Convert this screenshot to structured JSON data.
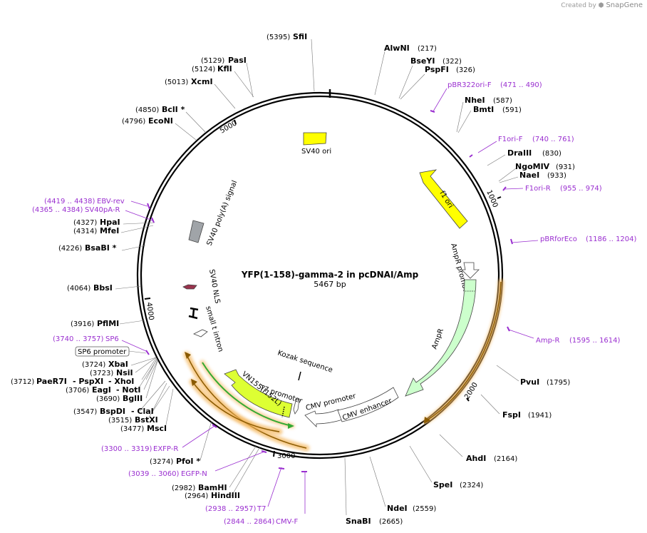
{
  "credit": {
    "text": "Created by",
    "brand": "SnapGene"
  },
  "map": {
    "name": "YFP(1-158)-gamma-2 in pcDNAI/Amp",
    "length_label": "5467 bp",
    "length": 5467
  },
  "ticks": [
    "1000",
    "2000",
    "3000",
    "4000",
    "5000"
  ],
  "sites": [
    {
      "name": "SfiI",
      "pos": "(5395)"
    },
    {
      "name": "AlwNI",
      "pos": "(217)"
    },
    {
      "name": "BseYI",
      "pos": "(322)"
    },
    {
      "name": "PspFI",
      "pos": "(326)"
    },
    {
      "name": "NheI",
      "pos": "(587)"
    },
    {
      "name": "BmtI",
      "pos": "(591)"
    },
    {
      "name": "DraIII",
      "pos": "(830)"
    },
    {
      "name": "NgoMIV",
      "pos": "(931)"
    },
    {
      "name": "NaeI",
      "pos": "(933)"
    },
    {
      "name": "PvuI",
      "pos": "(1795)"
    },
    {
      "name": "FspI",
      "pos": "(1941)"
    },
    {
      "name": "AhdI",
      "pos": "(2164)"
    },
    {
      "name": "SpeI",
      "pos": "(2324)"
    },
    {
      "name": "NdeI",
      "pos": "(2559)"
    },
    {
      "name": "SnaBI",
      "pos": "(2665)"
    },
    {
      "name": "PasI",
      "pos": "(5129)"
    },
    {
      "name": "KflI",
      "pos": "(5124)"
    },
    {
      "name": "XcmI",
      "pos": "(5013)"
    },
    {
      "name": "BclI *",
      "pos": "(4850)"
    },
    {
      "name": "EcoNI",
      "pos": "(4796)"
    },
    {
      "name": "HpaI",
      "pos": "(4327)"
    },
    {
      "name": "MfeI",
      "pos": "(4314)"
    },
    {
      "name": "BsaBI *",
      "pos": "(4226)"
    },
    {
      "name": "BbsI",
      "pos": "(4064)"
    },
    {
      "name": "PflMI",
      "pos": "(3916)"
    },
    {
      "name": "XbaI",
      "pos": "(3724)"
    },
    {
      "name": "NsiI",
      "pos": "(3723)"
    },
    {
      "name": "- PspXI",
      "pos": "(3712) PaeR7I"
    },
    {
      "name": "- XhoI",
      "pos": ""
    },
    {
      "name": "EagI",
      "pos": "(3706)"
    },
    {
      "name": "- NotI",
      "pos": ""
    },
    {
      "name": "BglII",
      "pos": "(3690)"
    },
    {
      "name": "BspDI",
      "pos": "(3547)"
    },
    {
      "name": "- ClaI",
      "pos": ""
    },
    {
      "name": "BstXI",
      "pos": "(3515)"
    },
    {
      "name": "MscI",
      "pos": "(3477)"
    },
    {
      "name": "PfoI *",
      "pos": "(3274)"
    },
    {
      "name": "BamHI",
      "pos": "(2982)"
    },
    {
      "name": "HindIII",
      "pos": "(2964)"
    }
  ],
  "primers": [
    {
      "name": "pBR322ori-F",
      "range": "(471 .. 490)"
    },
    {
      "name": "F1ori-F",
      "range": "(740 .. 761)"
    },
    {
      "name": "F1ori-R",
      "range": "(955 .. 974)"
    },
    {
      "name": "pBRforEco",
      "range": "(1186 .. 1204)"
    },
    {
      "name": "Amp-R",
      "range": "(1595 .. 1614)"
    },
    {
      "name": "EBV-rev",
      "range": "(4419 .. 4438)"
    },
    {
      "name": "SV40pA-R",
      "range": "(4365 .. 4384)"
    },
    {
      "name": "SP6",
      "range": "(3740 .. 3757)"
    },
    {
      "name": "EXFP-R",
      "range": "(3300 .. 3319)"
    },
    {
      "name": "EGFP-N",
      "range": "(3039 .. 3060)"
    },
    {
      "name": "T7",
      "range": "(2938 .. 2957)"
    },
    {
      "name": "CMV-F",
      "range": "(2844 .. 2864)"
    }
  ],
  "features": {
    "sv40_ori": "SV40 ori",
    "f1_ori": "f1 ori",
    "ampr_promoter": "AmpR promoter",
    "ampr": "AmpR",
    "sv40_polya": "SV40 poly(A) signal",
    "sv40_nls": "SV40 NLS",
    "small_t_intron": "small t intron",
    "sp6_promoter": "SP6 promoter",
    "kozak": "Kozak sequence",
    "t7_promoter": "T7 promoter",
    "cmv_promoter": "CMV promoter",
    "cmv_enhancer": "CMV enhancer",
    "vn155": "VN155(I152L)"
  },
  "colors": {
    "primer": "#9a2fd0",
    "yellow_feature": "#ffff00",
    "ampr_fill": "#ccffcc",
    "vn155_fill": "#ddff33",
    "gray_feature": "#a0a4a8",
    "nls_fill": "#99334d",
    "orange_glow": "#f4b860",
    "green_line": "#33aa33",
    "brown_line": "#8a5a00"
  }
}
